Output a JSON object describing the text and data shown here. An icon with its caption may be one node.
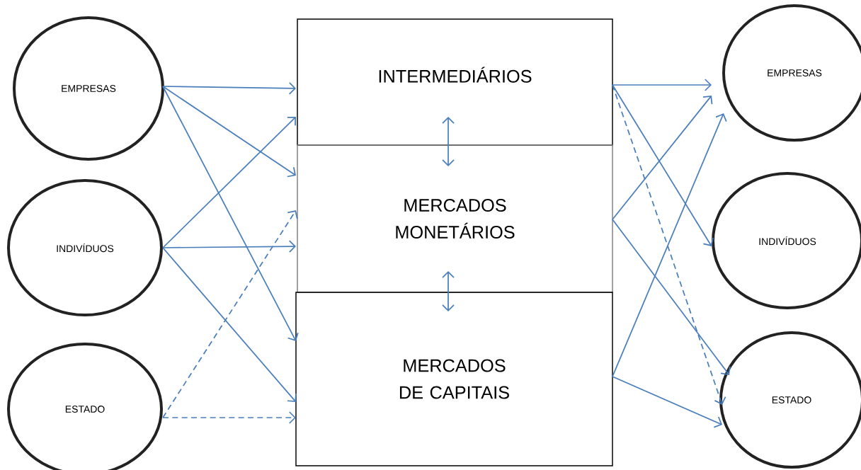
{
  "diagram": {
    "nodes": [
      {
        "text": [
          "EMPRESAS"
        ]
      },
      {
        "text": [
          "INDIVÍDUOS"
        ]
      },
      {
        "text": [
          "ESTADO"
        ]
      },
      {
        "text": [
          "INTERMEDIÁRIOS"
        ]
      },
      {
        "text": [
          "MERCADOS MONETÁRIOS"
        ]
      },
      {
        "text": [
          "MERCADOS DE CAPITAIS"
        ]
      },
      {
        "text": [
          "EMPRESAS"
        ]
      },
      {
        "text": [
          "INDIVÍDUOS"
        ]
      },
      {
        "text": [
          "ESTADO"
        ]
      }
    ],
    "edges": [
      {
        "from": 0,
        "to": 3,
        "arrow": "to"
      },
      {
        "from": 0,
        "to": 4,
        "arrow": "to"
      },
      {
        "from": 0,
        "to": 5,
        "arrow": "to"
      },
      {
        "from": 1,
        "to": 3,
        "arrow": "to"
      },
      {
        "from": 1,
        "to": 4,
        "arrow": "to"
      },
      {
        "from": 1,
        "to": 5,
        "arrow": "to"
      },
      {
        "from": 2,
        "to": 4,
        "arrow": "to",
        "style": "dashed"
      },
      {
        "from": 2,
        "to": 5,
        "arrow": "to",
        "style": "dashed"
      },
      {
        "from": 3,
        "to": 6,
        "arrow": "to"
      },
      {
        "from": 3,
        "to": 7,
        "arrow": "to"
      },
      {
        "from": 3,
        "to": 8,
        "arrow": "to",
        "style": "dashed"
      },
      {
        "from": 4,
        "to": 6,
        "arrow": "to"
      },
      {
        "from": 4,
        "to": 8,
        "arrow": "to"
      },
      {
        "from": 5,
        "to": 6,
        "arrow": "to"
      },
      {
        "from": 5,
        "to": 8,
        "arrow": "to"
      },
      {
        "from": 3,
        "to": 4,
        "arrow": "both"
      },
      {
        "from": 4,
        "to": 5,
        "arrow": "both"
      }
    ]
  }
}
